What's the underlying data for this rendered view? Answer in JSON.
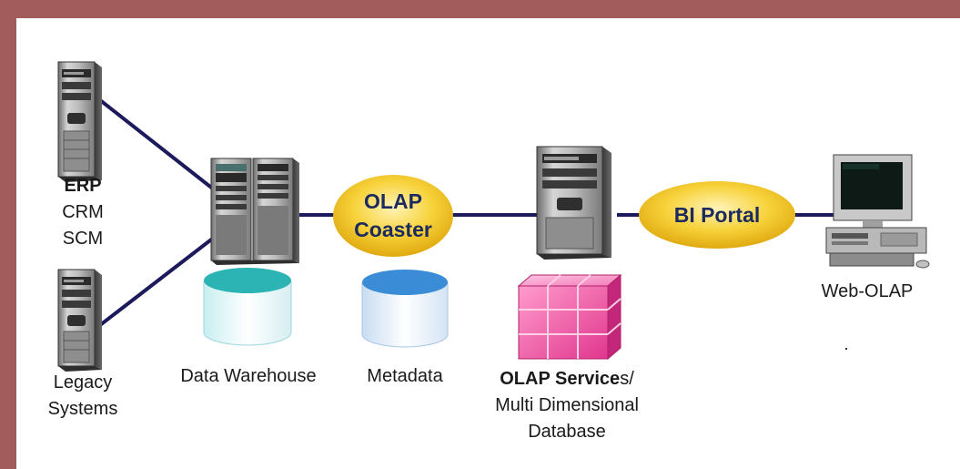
{
  "sources": {
    "erp": "ERP",
    "crm": "CRM",
    "scm": "SCM",
    "legacy_line1": "Legacy",
    "legacy_line2": "Systems"
  },
  "data_warehouse": "Data Warehouse",
  "metadata": "Metadata",
  "olap_coaster": {
    "line1": "OLAP",
    "line2": "Coaster"
  },
  "olap_services": {
    "line1_bold": "OLAP Service",
    "line1_rest": "s/",
    "line2": "Multi Dimensional",
    "line3": "Database"
  },
  "bi_portal": "BI Portal",
  "web_olap": "Web-OLAP",
  "colors": {
    "border": "#a35c5c",
    "connector": "#1c1a5c",
    "oval": "#f5c826",
    "cylinder_dw": "#2cb3b3",
    "cylinder_meta": "#3a8cd6",
    "cube": "#e8489c"
  }
}
